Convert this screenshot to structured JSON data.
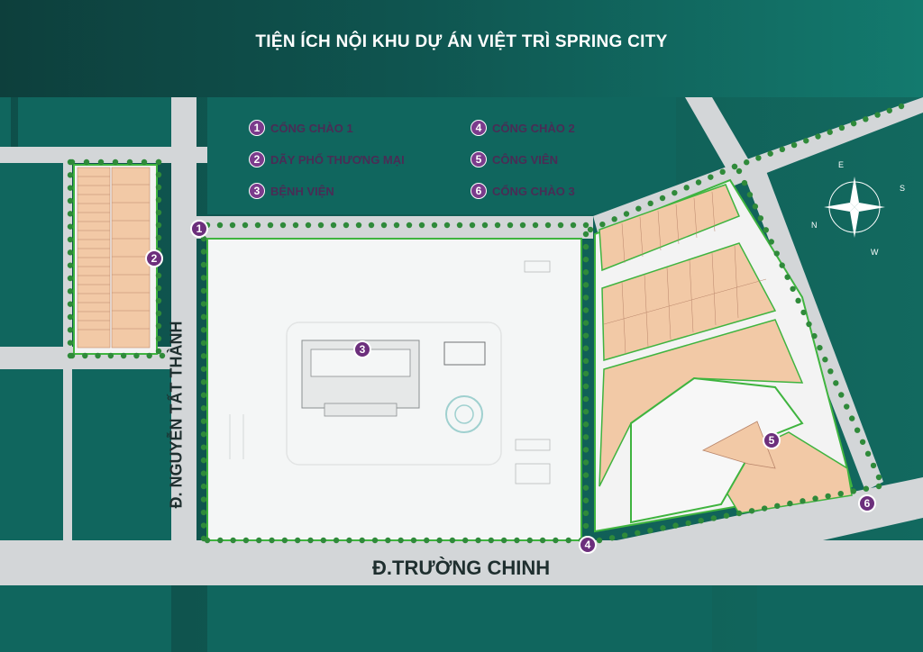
{
  "title": "TIỆN ÍCH NỘI KHU DỰ ÁN VIỆT TRÌ SPRING CITY",
  "legend": [
    {
      "num": "1",
      "label": "CỔNG CHÀO 1"
    },
    {
      "num": "2",
      "label": "DÃY PHỐ THƯƠNG MẠI"
    },
    {
      "num": "3",
      "label": "BỆNH VIỆN"
    },
    {
      "num": "4",
      "label": "CỔNG CHÀO 2"
    },
    {
      "num": "5",
      "label": "CÔNG VIÊN"
    },
    {
      "num": "6",
      "label": "CỔNG CHÀO 3"
    }
  ],
  "roads": {
    "vertical": "Đ. NGUYỄN TẤT THÀNH",
    "horizontal": "Đ.TRƯỜNG CHINH"
  },
  "compass": {
    "n": "N",
    "e": "E",
    "s": "S",
    "w": "W"
  },
  "colors": {
    "background": "#0f5a55",
    "road": "#cfd3d6",
    "lot": "#f2c9a6",
    "lot_outline": "#3fb43f",
    "marker": "#6c2f7c",
    "tree": "#2f8a3a"
  }
}
